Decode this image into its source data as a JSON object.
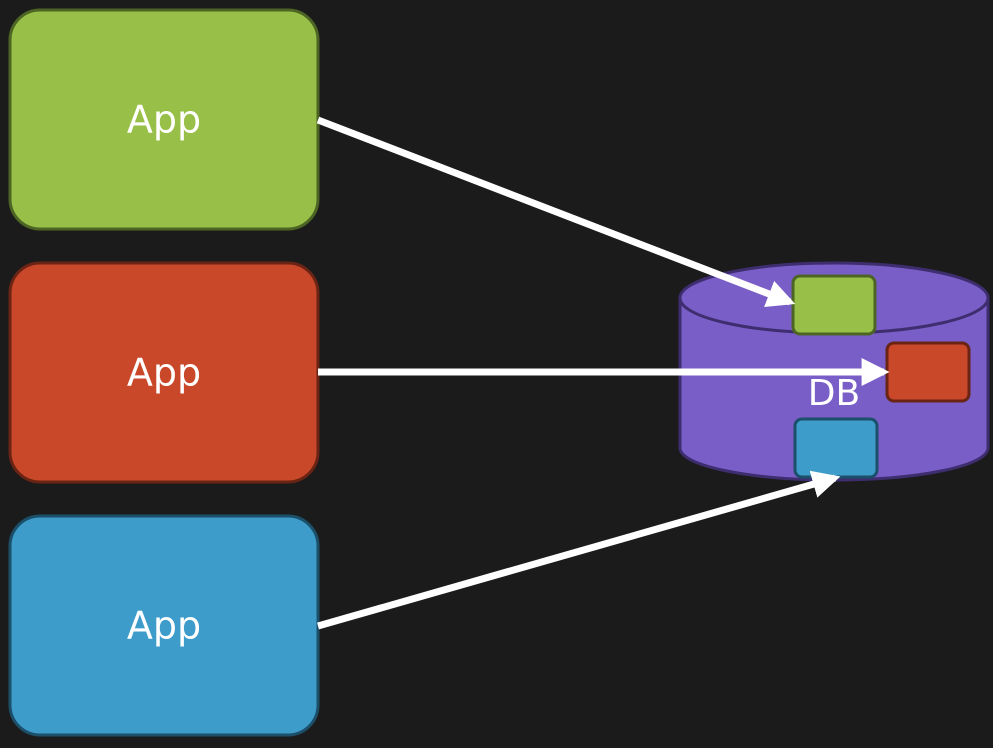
{
  "apps": [
    {
      "label": "App",
      "color": "#98bf47",
      "border": "#4d6524"
    },
    {
      "label": "App",
      "color": "#c9482a",
      "border": "#6a2414"
    },
    {
      "label": "App",
      "color": "#3e9ccb",
      "border": "#1c4f6a"
    }
  ],
  "database": {
    "label": "DB",
    "color": "#7a5ec7",
    "border": "#3e2e70",
    "slots": [
      {
        "color": "#98bf47",
        "border": "#4d6524"
      },
      {
        "color": "#c9482a",
        "border": "#6a2414"
      },
      {
        "color": "#3e9ccb",
        "border": "#1c4f6a"
      }
    ]
  },
  "connector_color": "#ffffff",
  "background": "#1b1b1b"
}
